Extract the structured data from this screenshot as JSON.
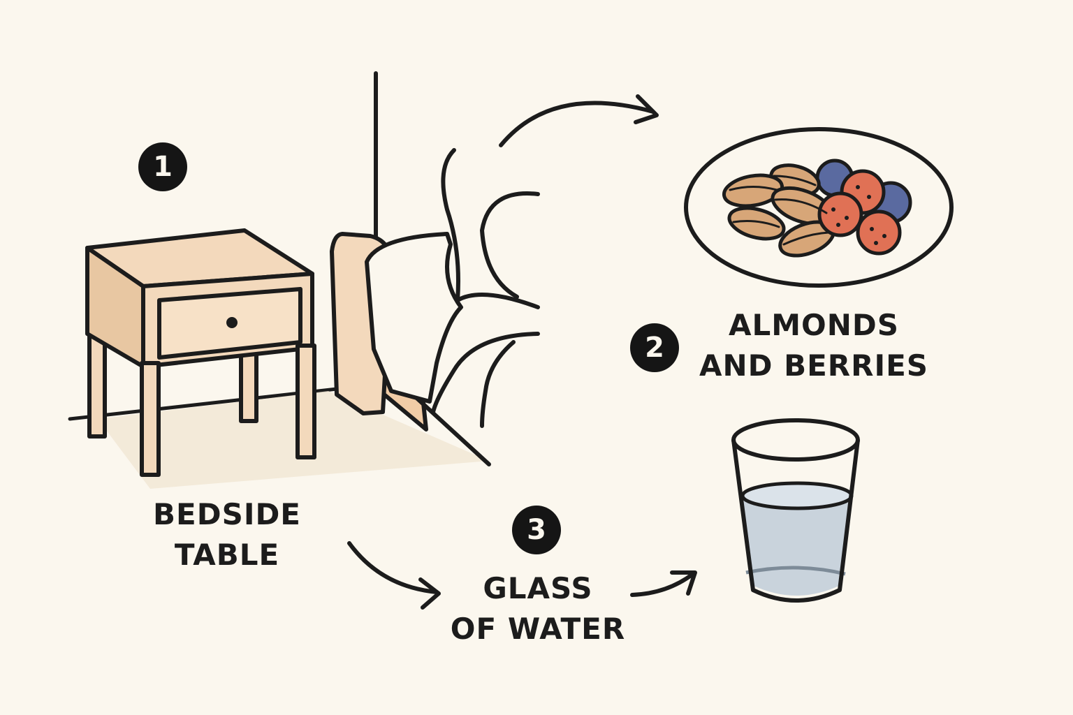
{
  "steps": [
    {
      "number": "1",
      "lines": [
        "BEDSIDE",
        "TABLE"
      ]
    },
    {
      "number": "2",
      "lines": [
        "ALMONDS",
        "AND BERRIES"
      ]
    },
    {
      "number": "3",
      "lines": [
        "GLASS",
        "OF WATER"
      ]
    }
  ],
  "colors": {
    "background": "#fbf7ee",
    "ink": "#1c1c1c",
    "wood": "#f3d9bc",
    "almond": "#d7a678",
    "berry_red": "#e07155",
    "berry_blue": "#5a6aa0",
    "water": "#c9d3dc"
  }
}
